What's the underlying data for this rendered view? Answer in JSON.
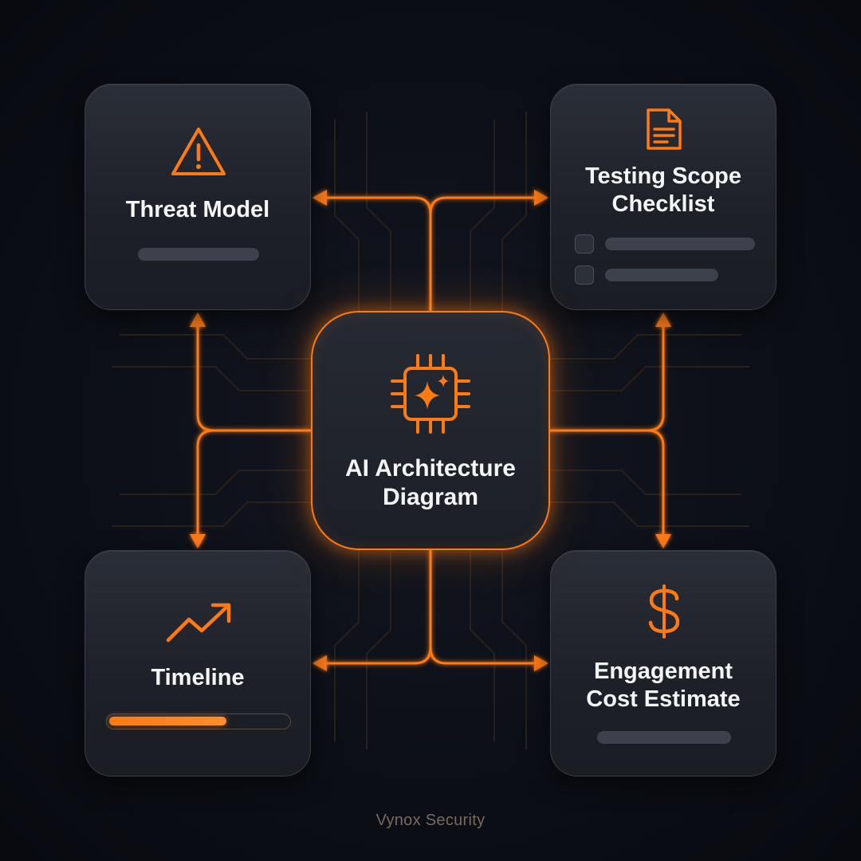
{
  "center": {
    "title": "AI Architecture\nDiagram",
    "icon": "ai-chip-sparkle-icon"
  },
  "cards": {
    "threat_model": {
      "title": "Threat Model",
      "icon": "warning-triangle-icon"
    },
    "testing_scope": {
      "title": "Testing Scope\nChecklist",
      "icon": "document-icon"
    },
    "timeline": {
      "title": "Timeline",
      "icon": "trend-up-arrow-icon",
      "progress": 0.66
    },
    "cost_estimate": {
      "title": "Engagement\nCost Estimate",
      "icon": "dollar-icon"
    }
  },
  "brand": "Vynox Security",
  "colors": {
    "accent": "#ff7a12",
    "background": "#0c0f17",
    "card": "#1f2229",
    "text": "#f4f5f7"
  }
}
